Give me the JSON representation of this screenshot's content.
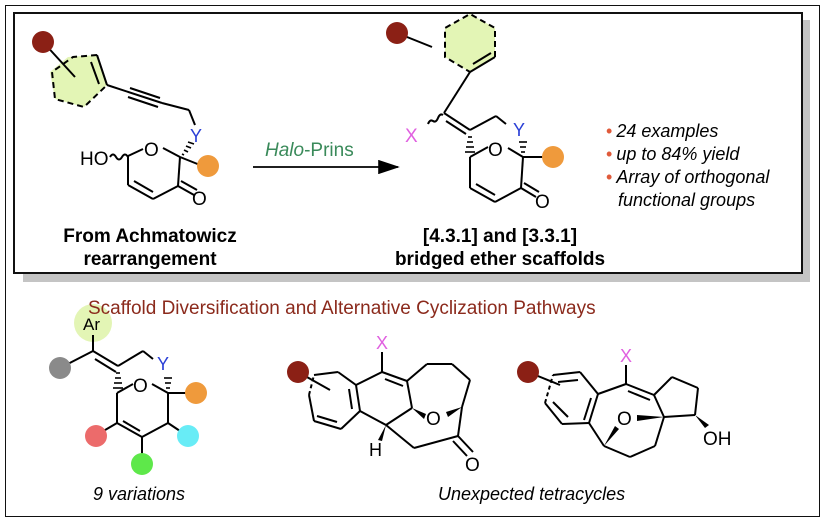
{
  "top_panel": {
    "starting_material": {
      "caption_line1": "From Achmatowicz",
      "caption_line2": "rearrangement",
      "labels": {
        "hydroxyl": "HO",
        "ring_oxygen": "O",
        "carbonyl_oxygen": "O",
        "heteroatom": "Y"
      }
    },
    "reaction": {
      "name_italic": "Halo",
      "name_rest": "-Prins",
      "color": "#3a8a5a"
    },
    "product": {
      "caption_line1": "[4.3.1] and [3.3.1]",
      "caption_line2": "bridged ether scaffolds",
      "labels": {
        "halogen": "X",
        "ring_oxygen": "O",
        "carbonyl_oxygen": "O",
        "heteroatom": "Y"
      }
    },
    "highlights": [
      {
        "text": "24 examples"
      },
      {
        "text": "up to 84% yield"
      },
      {
        "text": "Array of orthogonal",
        "continuation": "functional groups"
      }
    ]
  },
  "bottom_panel": {
    "title": "Scaffold Diversification and Alternative Cyclization Pathways",
    "variation_scaffold": {
      "caption": "9 variations",
      "labels": {
        "aryl": "Ar",
        "ring_oxygen": "O",
        "heteroatom": "Y"
      }
    },
    "tetracycles": {
      "caption": "Unexpected tetracycles",
      "first": {
        "labels": {
          "halogen": "X",
          "bridge_oxygen": "O",
          "hydrogen": "H",
          "carbonyl_oxygen": "O"
        }
      },
      "second": {
        "labels": {
          "halogen": "X",
          "bridge_oxygen": "O",
          "hydroxyl": "OH"
        }
      }
    }
  },
  "colors": {
    "aryl_substituent": "#8b2015",
    "aryl_ring_fill": "#e3f5b5",
    "quaternary_substituent": "#ef9a3c",
    "heteroatom_y": "#2a3fd6",
    "halogen_x": "#e060e0",
    "gray_substituent": "#8a8a8a",
    "red_substituent": "#ec6b6b",
    "cyan_substituent": "#68ecf6",
    "green_substituent": "#5ee84a",
    "section_title": "#8b2a1c",
    "bullet": "#e05a3a"
  }
}
